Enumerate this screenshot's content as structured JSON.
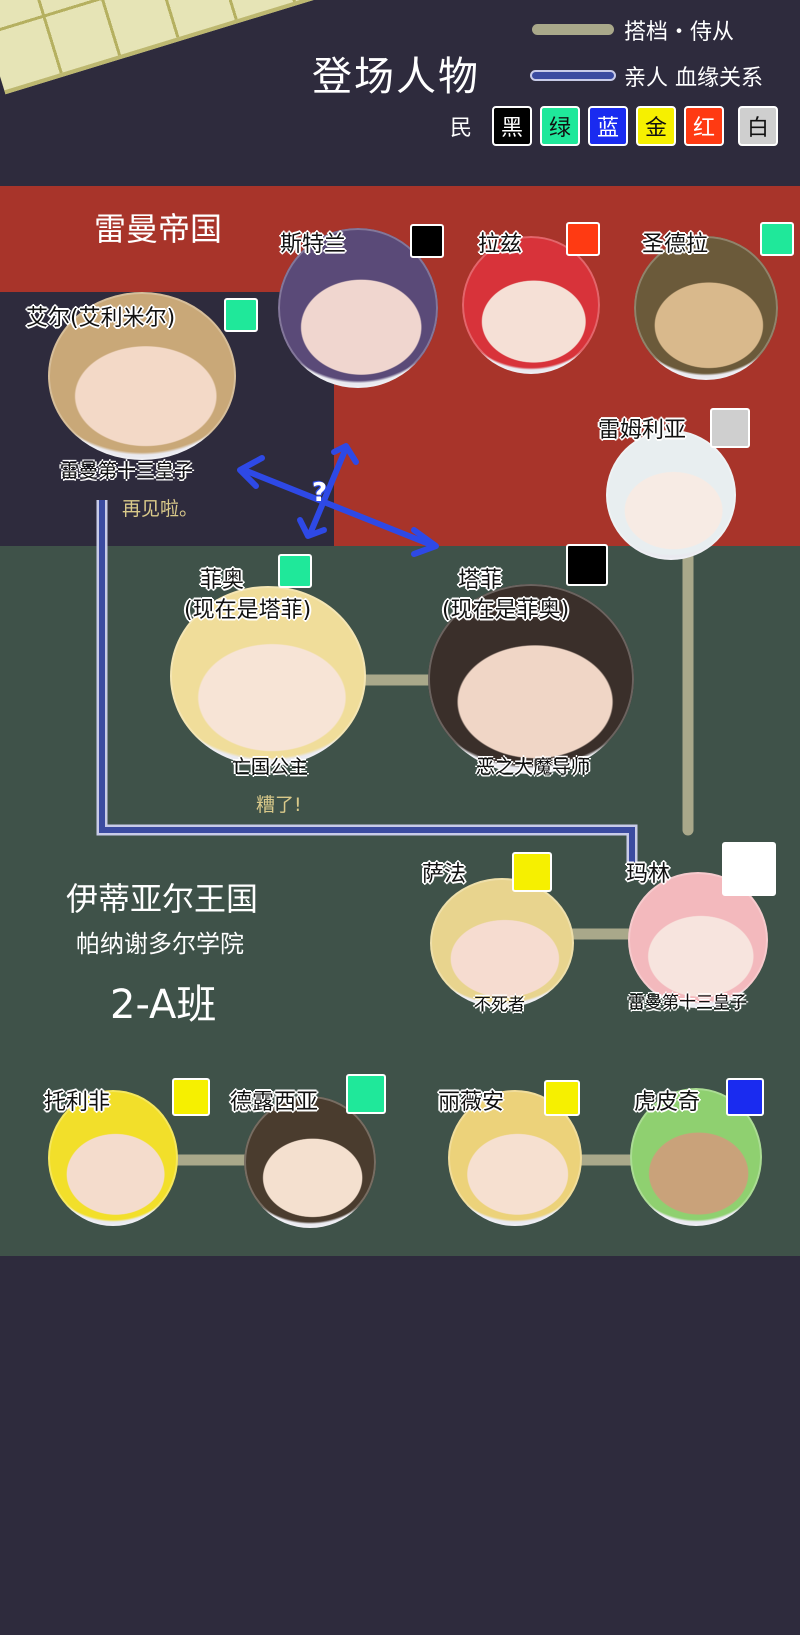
{
  "header": {
    "title": "登场人物",
    "legend": [
      {
        "label": "搭档・侍从",
        "line_color": "#a9a88a"
      },
      {
        "label": "亲人 血缘关系",
        "line_color": "#3b4ba0"
      }
    ],
    "element_label": "民",
    "elements": [
      {
        "label": "黑",
        "color": "#000000",
        "text_color": "#ffffff"
      },
      {
        "label": "绿",
        "color": "#1fe89a",
        "text_color": "#111111"
      },
      {
        "label": "蓝",
        "color": "#1a2bf0",
        "text_color": "#ffffff"
      },
      {
        "label": "金",
        "color": "#f6f000",
        "text_color": "#111111"
      },
      {
        "label": "红",
        "color": "#ff3a12",
        "text_color": "#ffffff"
      },
      {
        "label": "白",
        "color": "#cfcfcf",
        "text_color": "#111111"
      }
    ]
  },
  "regions": {
    "empire": {
      "name": "雷曼帝国"
    },
    "kingdom": {
      "name": "伊蒂亚尔王国",
      "school": "帕纳谢多尔学院",
      "class": "2-A班"
    }
  },
  "relation_mark": "?",
  "characters": {
    "el": {
      "name": "艾尔(艾利米尔)",
      "tag": "雷曼第十三皇子",
      "note": "再见啦。",
      "color": "#1fe89a",
      "hair": "#c9a878",
      "skin": "#f3d9c7"
    },
    "stlan": {
      "name": "斯特兰",
      "color": "#000000",
      "hair": "#5a4a78",
      "skin": "#f0d6cf"
    },
    "laz": {
      "name": "拉兹",
      "color": "#ff3a12",
      "hair": "#d8333a",
      "skin": "#f5e0d6"
    },
    "sandra": {
      "name": "圣德拉",
      "color": "#1fe89a",
      "hair": "#6b5a3a",
      "skin": "#d9b98c"
    },
    "remlia": {
      "name": "雷姆利亚",
      "color": "#cfcfcf",
      "hair": "#e8eef0",
      "skin": "#f7ebe4"
    },
    "fio": {
      "name": "菲奥",
      "sub": "(现在是塔菲)",
      "tag": "亡国公主",
      "note": "糟了!",
      "color": "#1fe89a",
      "hair": "#f0dd9a",
      "skin": "#f7e4d6"
    },
    "tafi": {
      "name": "塔菲",
      "sub": "(现在是菲奥)",
      "tag": "恶之大魔导师",
      "color": "#000000",
      "hair": "#3a2f2a",
      "skin": "#f0d6c6"
    },
    "safa": {
      "name": "萨法",
      "tag": "不死者",
      "color": "#f6f000",
      "hair": "#e8d48e",
      "skin": "#f6dcd0"
    },
    "marin": {
      "name": "玛林",
      "tag": "雷曼第十三皇子",
      "color": "#ffffff",
      "hair": "#f3b9bd",
      "skin": "#f7e4de"
    },
    "torifi": {
      "name": "托利非",
      "color": "#f6f000",
      "hair": "#f2df2a",
      "skin": "#f4dccc"
    },
    "dorothea": {
      "name": "德露西亚",
      "color": "#1fe89a",
      "hair": "#4a3c2e",
      "skin": "#f4e0cf"
    },
    "livian": {
      "name": "丽薇安",
      "color": "#f6f000",
      "hair": "#ecd27a",
      "skin": "#f6e0d0"
    },
    "hupiqi": {
      "name": "虎皮奇",
      "color": "#1a2bf0",
      "hair": "#8fd070",
      "skin": "#c9a27a"
    }
  }
}
